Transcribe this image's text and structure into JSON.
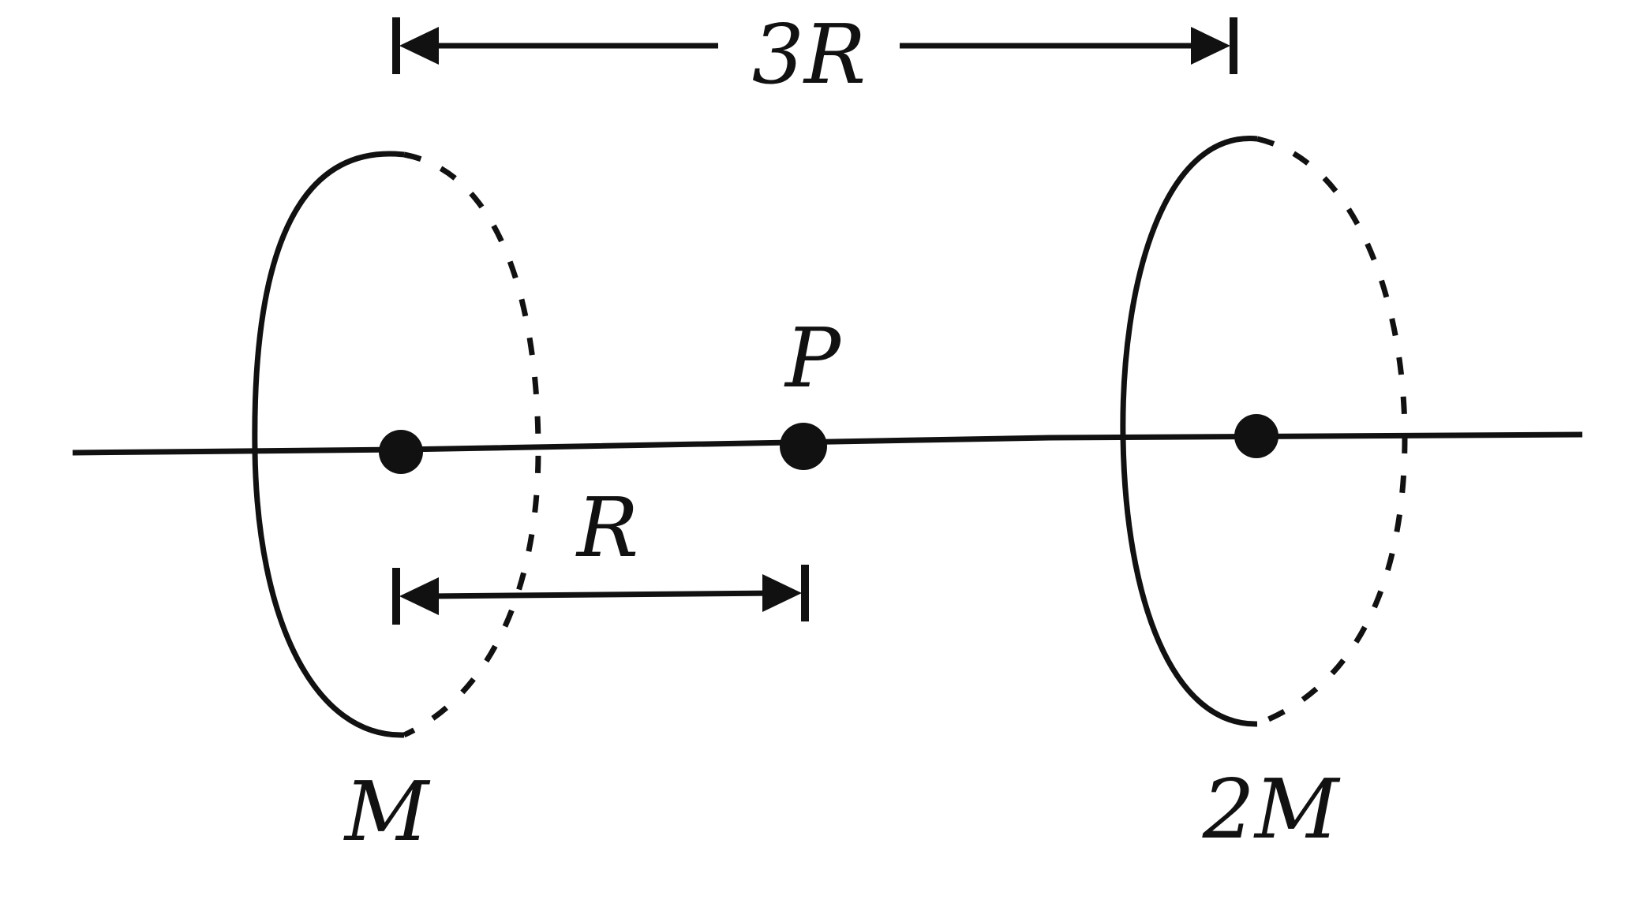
{
  "diagram": {
    "dimension_top": "3R",
    "dimension_bottom": "R",
    "point_label": "P",
    "left_ring_mass": "M",
    "right_ring_mass": "2M"
  },
  "colors": {
    "ink": "#111111",
    "background": "#ffffff"
  }
}
